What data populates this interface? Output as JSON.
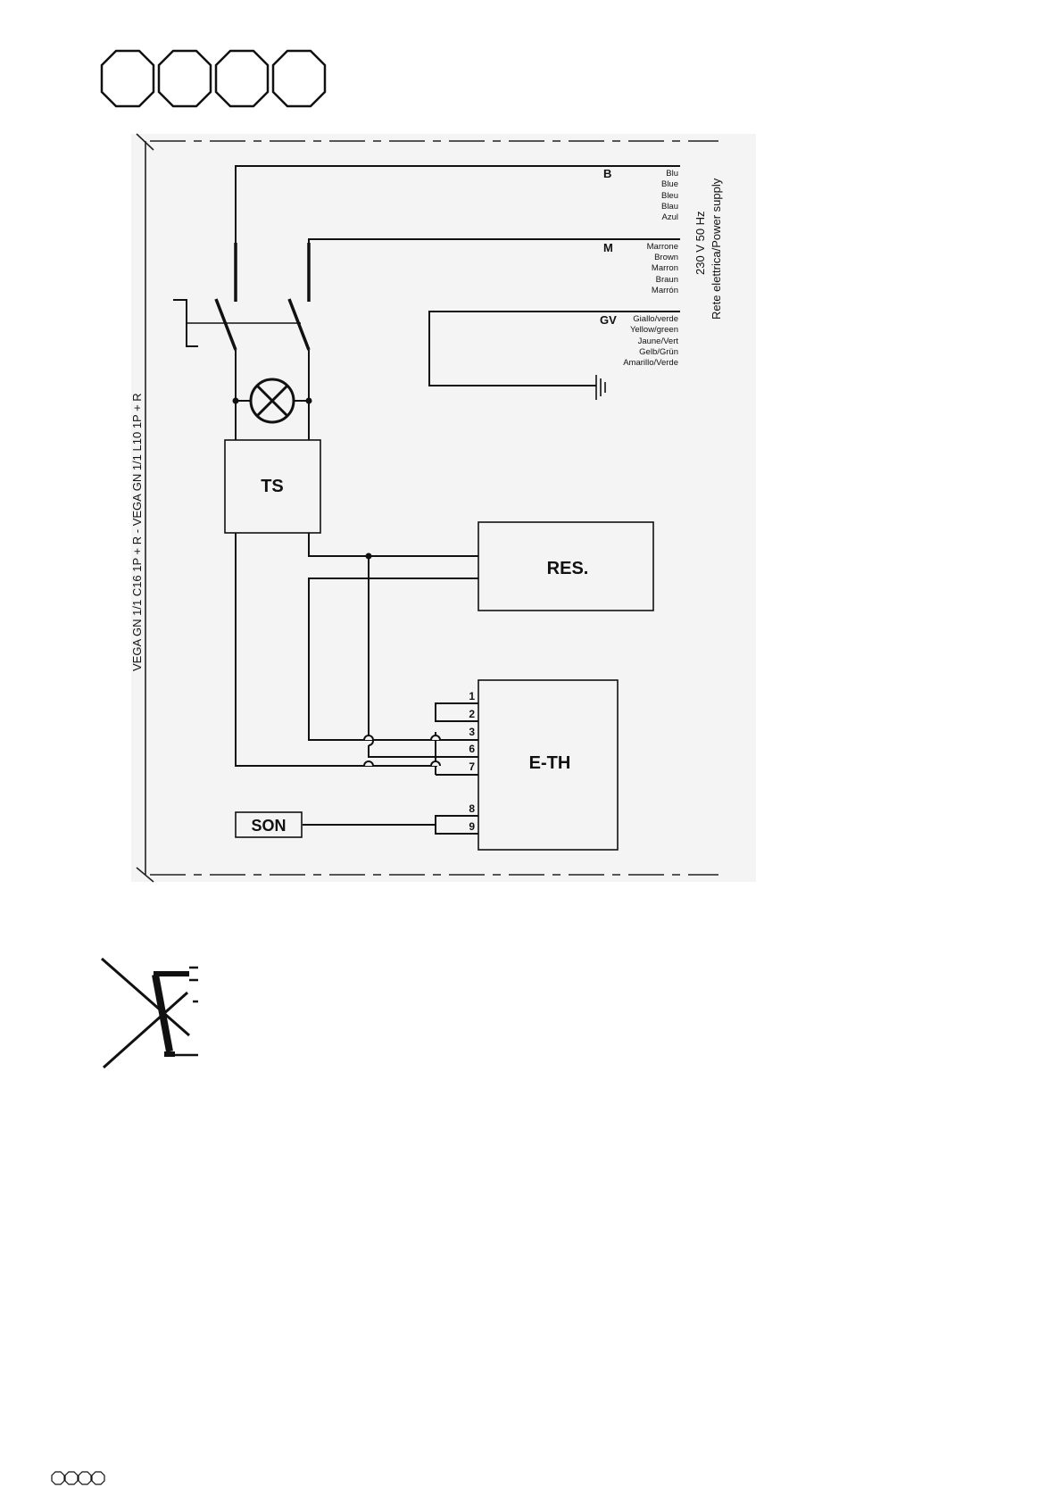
{
  "model_title": "VEGA GN 1/1 C16 1P + R - VEGA GN 1/1 L10 1P + R",
  "supply": {
    "line1": "230 V 50 Hz",
    "line2": "Rete elettrica/Power supply"
  },
  "wires": [
    {
      "code": "B",
      "names": [
        "Blu",
        "Blue",
        "Bleu",
        "Blau",
        "Azul"
      ]
    },
    {
      "code": "M",
      "names": [
        "Marrone",
        "Brown",
        "Marron",
        "Braun",
        "Marrón"
      ]
    },
    {
      "code": "GV",
      "names": [
        "Giallo/verde",
        "Yellow/green",
        "Jaune/Vert",
        "Gelb/Grün",
        "Amarillo/Verde"
      ]
    }
  ],
  "components": {
    "ts": "TS",
    "res": "RES.",
    "eth": "E-TH",
    "son": "SON"
  },
  "terminals": [
    "1",
    "2",
    "3",
    "6",
    "7",
    "8",
    "9"
  ],
  "colors": {
    "line": "#1a1a1a",
    "panel": "#f4f4f4",
    "border_dash": "#222222"
  }
}
